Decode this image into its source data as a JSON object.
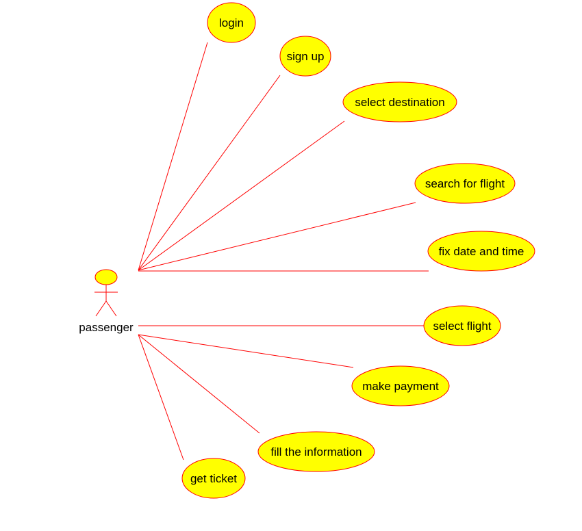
{
  "actor": {
    "name": "passenger"
  },
  "use_cases": [
    {
      "label": "login"
    },
    {
      "label": "sign up"
    },
    {
      "label": "select destination"
    },
    {
      "label": "search for flight"
    },
    {
      "label": "fix date and time"
    },
    {
      "label": "select flight"
    },
    {
      "label": "make payment"
    },
    {
      "label": "fill the information"
    },
    {
      "label": "get ticket"
    }
  ],
  "colors": {
    "fill": "#ffff00",
    "stroke": "#ff0000",
    "line": "#ff0000",
    "text": "#000000"
  }
}
